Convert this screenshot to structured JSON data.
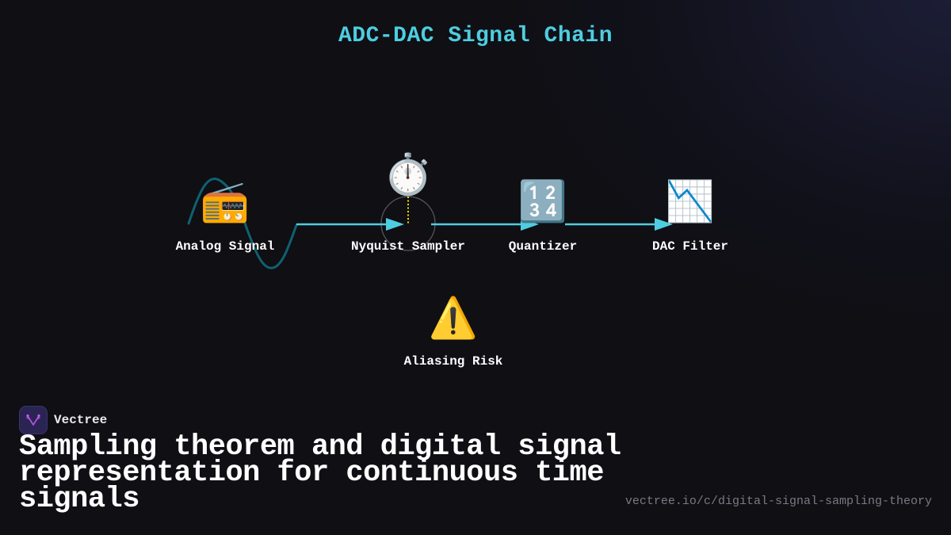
{
  "title": "ADC-DAC Signal Chain",
  "colors": {
    "background": "#0f0f14",
    "title": "#4ecde0",
    "arrow": "#4ecde0",
    "sine_wave": "#0f6170",
    "sampler_marker": "#f5d90a",
    "sampler_ring": "#55555f",
    "label": "#ffffff",
    "url": "#7a7a85",
    "logo_bg": "#2a2452",
    "logo_glyph": "#b04fe0"
  },
  "nodes": [
    {
      "id": "analog-signal",
      "icon": "radio-icon",
      "glyph": "📻",
      "label": "Analog Signal"
    },
    {
      "id": "nyquist-sampler",
      "icon": "stopwatch-icon",
      "glyph": "⏱️",
      "label": "Nyquist Sampler"
    },
    {
      "id": "quantizer",
      "icon": "input-numbers-icon",
      "glyph": "🔢",
      "label": "Quantizer"
    },
    {
      "id": "dac-filter",
      "icon": "chart-decreasing-icon",
      "glyph": "📉",
      "label": "DAC Filter"
    },
    {
      "id": "aliasing-risk",
      "icon": "warning-icon",
      "glyph": "⚠️",
      "label": "Aliasing Risk"
    }
  ],
  "edges": [
    {
      "from": "analog-signal",
      "to": "nyquist-sampler"
    },
    {
      "from": "nyquist-sampler",
      "to": "quantizer"
    },
    {
      "from": "quantizer",
      "to": "dac-filter"
    }
  ],
  "brand": {
    "name": "Vectree",
    "logo_icon": "vectree-logo-icon"
  },
  "headline": "Sampling theorem and digital signal representation for continuous time signals",
  "url": "vectree.io/c/digital-signal-sampling-theory"
}
